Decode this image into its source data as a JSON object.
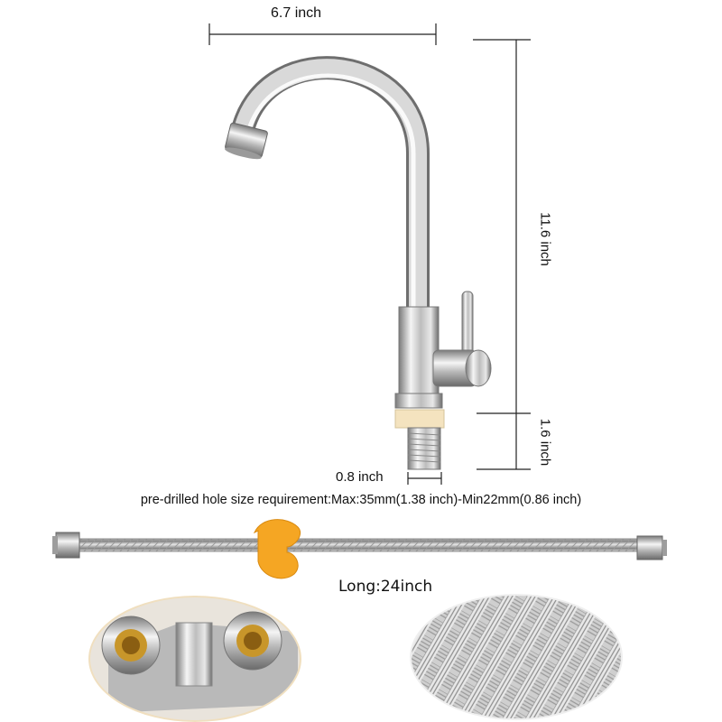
{
  "dimensions": {
    "width_label": "6.7 inch",
    "height_label": "11.6 inch",
    "base_label": "1.6 inch",
    "thread_label": "0.8 inch"
  },
  "hole_requirement": "pre-drilled hole size requirement:Max:35mm(1.38 inch)-Min22mm(0.86 inch)",
  "hose_length": "Long:24inch",
  "colors": {
    "chrome_light": "#f2f2f2",
    "chrome_dark": "#6b6b6b",
    "gasket": "#f4e3bf",
    "clip": "#f5a623",
    "brass": "#c8962a"
  }
}
